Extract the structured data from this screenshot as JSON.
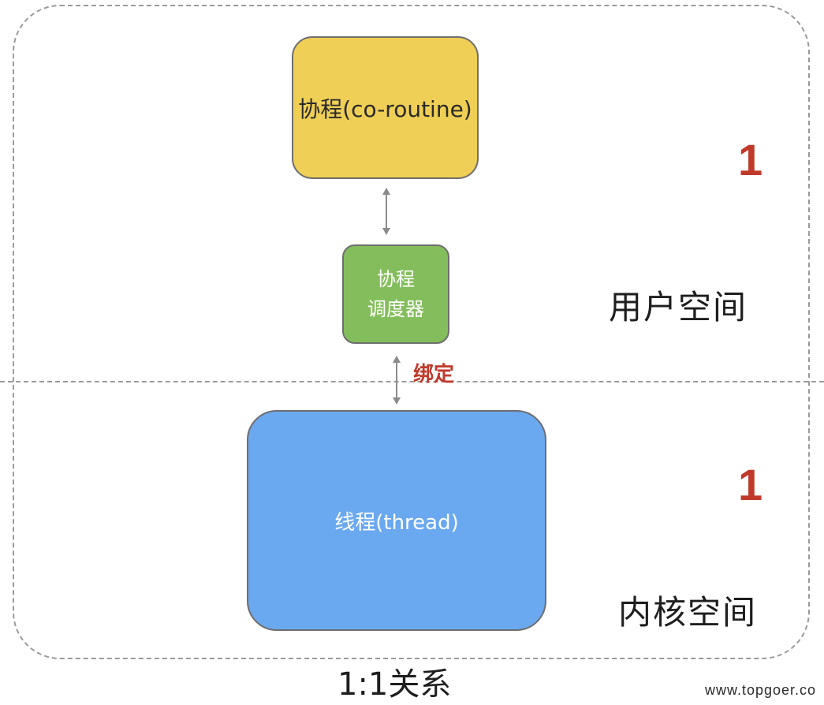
{
  "diagram": {
    "nodes": {
      "coroutine": {
        "label": "协程(co-routine)",
        "color": "#efcf55"
      },
      "scheduler": {
        "line1": "协程",
        "line2": "调度器",
        "color": "#84be5c"
      },
      "thread": {
        "label": "线程(thread)",
        "color": "#6aa8f0"
      }
    },
    "bind_label": "绑定",
    "counts": {
      "user_side": "1",
      "kernel_side": "1"
    },
    "regions": {
      "user_space": "用户空间",
      "kernel_space": "内核空间"
    },
    "caption": "1:1关系",
    "watermark": "www.topgoer.co",
    "accent_color": "#c03a2b"
  }
}
